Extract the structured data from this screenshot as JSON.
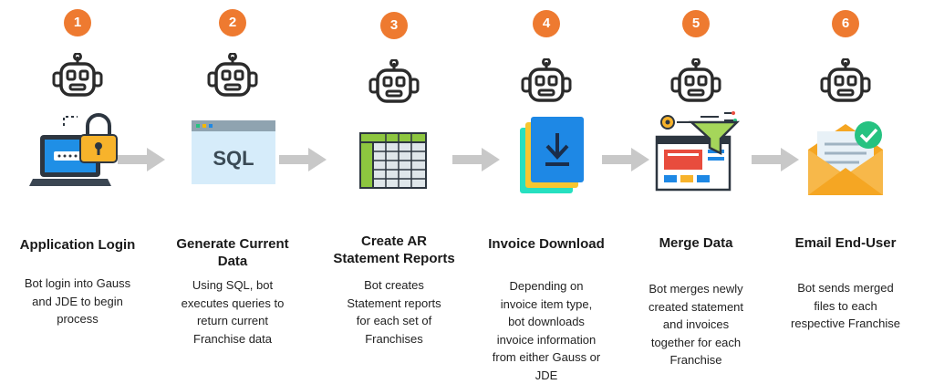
{
  "colors": {
    "badge": "#ee7a30",
    "arrow": "#c8c8c8",
    "robot_outline": "#2b2b2b",
    "accent_blue": "#1e88e5",
    "accent_yellow": "#f5b700",
    "accent_green": "#26c281"
  },
  "steps": [
    {
      "number": "1",
      "icon": "laptop-lock-icon",
      "title": [
        "Application Login"
      ],
      "description": [
        "Bot login into Gauss",
        "and JDE to begin",
        "process"
      ]
    },
    {
      "number": "2",
      "icon": "sql-window-icon",
      "title": [
        "Generate Current",
        "Data"
      ],
      "description": [
        "Using SQL, bot",
        "executes queries to",
        "return current",
        "Franchise data"
      ]
    },
    {
      "number": "3",
      "icon": "spreadsheet-icon",
      "title": [
        "Create AR",
        "Statement Reports"
      ],
      "description": [
        "Bot creates",
        "Statement reports",
        "for each set of",
        "Franchises"
      ]
    },
    {
      "number": "4",
      "icon": "document-download-icon",
      "title": [
        "Invoice Download"
      ],
      "description": [
        "Depending on",
        "invoice item type,",
        "bot downloads",
        "invoice information",
        "from either Gauss or",
        "JDE"
      ]
    },
    {
      "number": "5",
      "icon": "merge-funnel-icon",
      "title": [
        "Merge Data"
      ],
      "description": [
        "Bot merges newly",
        "created statement",
        "and invoices",
        "together for each",
        "Franchise"
      ]
    },
    {
      "number": "6",
      "icon": "email-check-icon",
      "title": [
        "Email End-User"
      ],
      "description": [
        "Bot sends merged",
        "files to each",
        "respective Franchise"
      ]
    }
  ]
}
